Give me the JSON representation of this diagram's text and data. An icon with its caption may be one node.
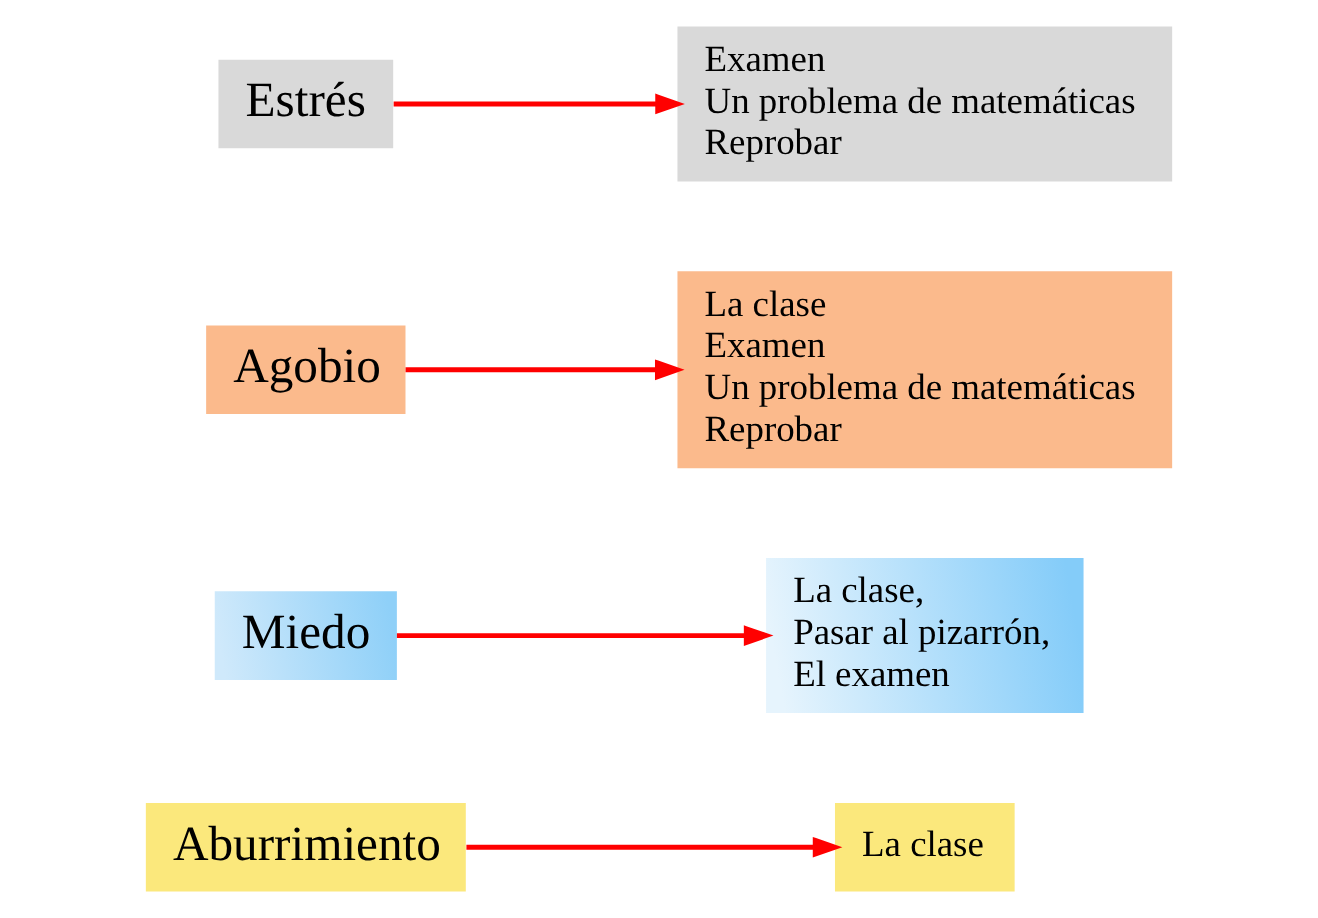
{
  "diagram": {
    "nodes": [
      {
        "text": [
          "Aburrimiento"
        ]
      },
      {
        "text": [
          "La clase"
        ]
      },
      {
        "text": [
          "Miedo"
        ]
      },
      {
        "text": [
          "La clase,",
          "Pasar al pizarrón,",
          "El examen"
        ]
      },
      {
        "text": [
          "Agobio"
        ]
      },
      {
        "text": [
          "La clase",
          "Examen",
          "Un problema de matemáticas",
          "Reprobar"
        ]
      },
      {
        "text": [
          "Estrés"
        ]
      },
      {
        "text": [
          "Examen",
          "Un problema de matemáticas",
          "Reprobar"
        ]
      }
    ],
    "edges": [
      {
        "from": 0,
        "to": 1,
        "arrow": "to"
      },
      {
        "from": 2,
        "to": 3,
        "arrow": "to"
      },
      {
        "from": 4,
        "to": 5,
        "arrow": "to"
      },
      {
        "from": 6,
        "to": 7,
        "arrow": "to"
      }
    ]
  }
}
